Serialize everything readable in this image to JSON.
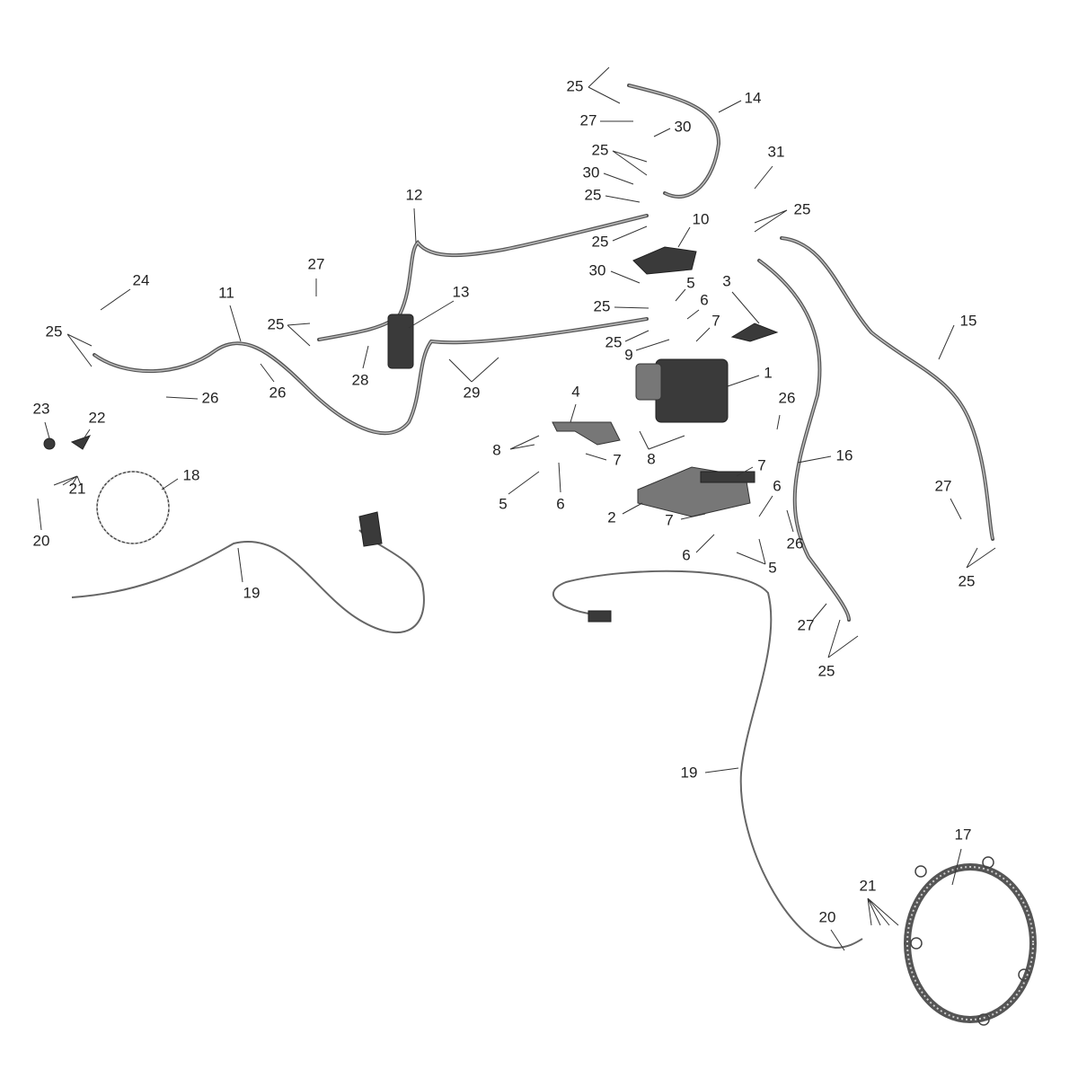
{
  "diagram": {
    "title": "",
    "callouts": [
      "25",
      "27",
      "30",
      "14",
      "25",
      "30",
      "25",
      "12",
      "31",
      "25",
      "10",
      "25",
      "27",
      "24",
      "11",
      "13",
      "30",
      "5",
      "3",
      "6",
      "25",
      "25",
      "25",
      "7",
      "15",
      "25",
      "9",
      "28",
      "29",
      "26",
      "26",
      "4",
      "1",
      "26",
      "23",
      "22",
      "16",
      "8",
      "8",
      "7",
      "7",
      "18",
      "21",
      "5",
      "6",
      "6",
      "27",
      "20",
      "2",
      "7",
      "26",
      "6",
      "5",
      "25",
      "19",
      "27",
      "25",
      "19",
      "17",
      "21",
      "20"
    ],
    "colors": {
      "line": "#555555",
      "label": "#222222",
      "background": "#ffffff"
    }
  }
}
